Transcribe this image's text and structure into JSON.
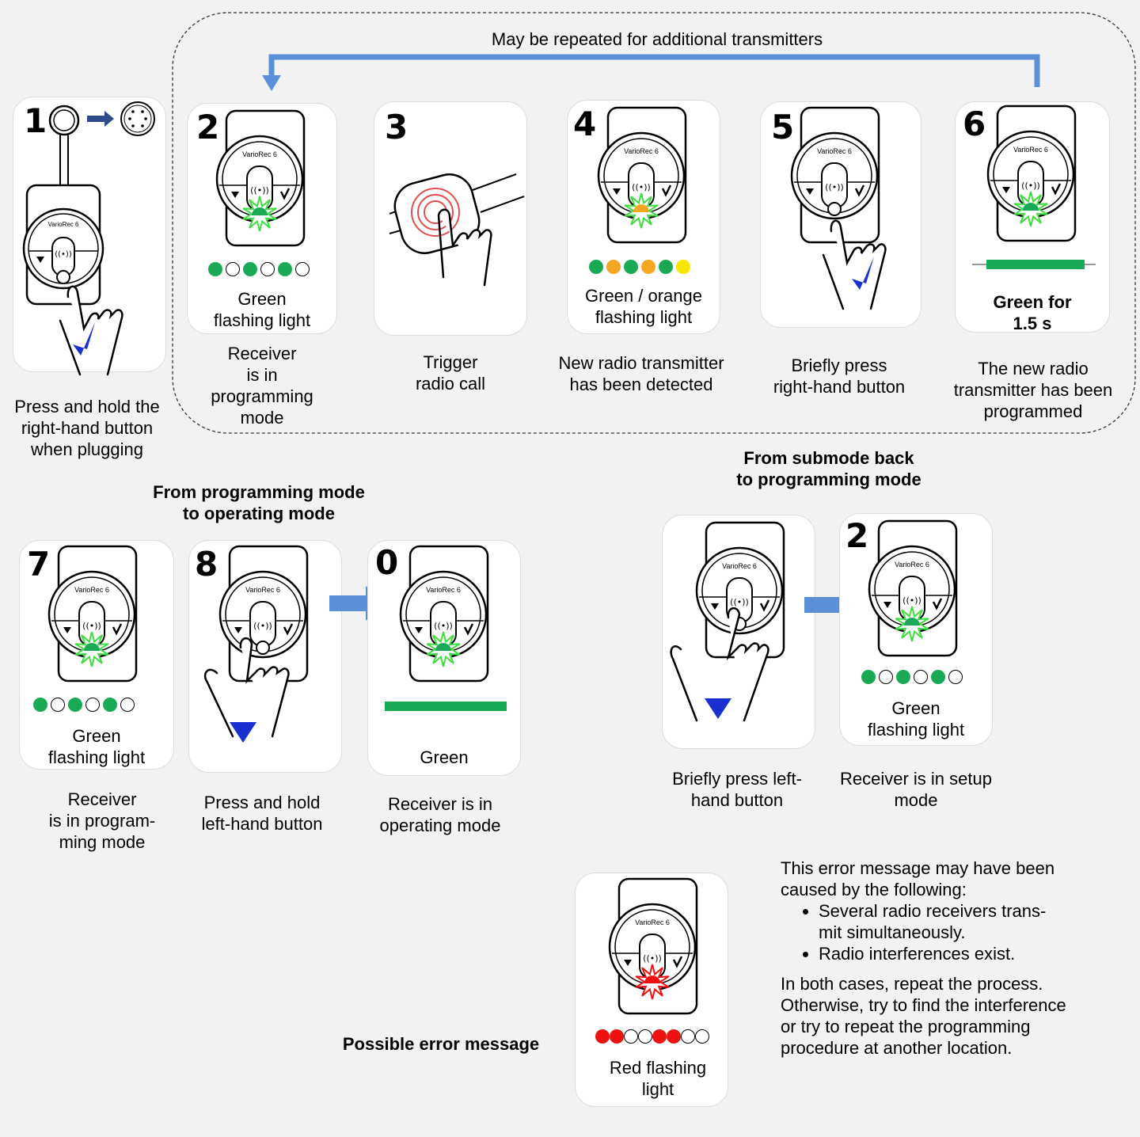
{
  "colors": {
    "green": "#1aaa55",
    "orange": "#f5a623",
    "yellow": "#f7e600",
    "red": "#ee1111",
    "blue_arrow": "#5b8fd8",
    "check_blue": "#1a2fd0",
    "rings_red": "#e05050"
  },
  "loop_label": "May be repeated for additional transmitters",
  "device_label": "VarioRec 6",
  "steps": {
    "s1": {
      "num": "1",
      "caption": [
        "Press and hold the",
        "right-hand button",
        "when plugging"
      ]
    },
    "s2": {
      "num": "2",
      "light": [
        "Green",
        "flashing light"
      ],
      "caption": [
        "Receiver",
        "is in",
        "programming",
        "mode"
      ],
      "leds": [
        "green",
        "off",
        "green",
        "off",
        "green",
        "off"
      ]
    },
    "s3": {
      "num": "3",
      "caption": [
        "Trigger",
        "radio call"
      ]
    },
    "s4": {
      "num": "4",
      "light": [
        "Green / orange",
        "flashing light"
      ],
      "caption": [
        "New radio transmitter",
        "has been detected"
      ],
      "leds": [
        "green",
        "orange",
        "green",
        "orange",
        "green",
        "yellow"
      ]
    },
    "s5": {
      "num": "5",
      "caption": [
        "Briefly press",
        "right-hand button"
      ]
    },
    "s6": {
      "num": "6",
      "light": [
        "Green for",
        "1.5 s"
      ],
      "caption": [
        "The new radio",
        "transmitter has been",
        "programmed"
      ]
    },
    "s7": {
      "num": "7",
      "light": [
        "Green",
        "flashing light"
      ],
      "caption": [
        "Receiver",
        "is in program-",
        "ming mode"
      ],
      "leds": [
        "green",
        "off",
        "green",
        "off",
        "green",
        "off"
      ]
    },
    "s8": {
      "num": "8",
      "caption": [
        "Press and hold",
        "left-hand button"
      ]
    },
    "s0": {
      "num": "0",
      "light": [
        "Green"
      ],
      "caption": [
        "Receiver is in",
        "operating mode"
      ]
    },
    "sb1": {
      "caption": [
        "Briefly press left-",
        "hand button"
      ]
    },
    "sb2": {
      "num": "2",
      "light": [
        "Green",
        "flashing light"
      ],
      "caption": [
        "Receiver is in setup",
        "mode"
      ],
      "leds": [
        "green",
        "off",
        "green",
        "off",
        "green",
        "off"
      ]
    },
    "err": {
      "light": [
        "Red flashing",
        "light"
      ],
      "leds": [
        "red",
        "red",
        "off",
        "off",
        "red",
        "red",
        "off",
        "off"
      ]
    }
  },
  "headings": {
    "to_operating": [
      "From programming mode",
      "to operating mode"
    ],
    "back_to_programming": [
      "From submode back",
      "to programming mode"
    ],
    "error": "Possible error message"
  },
  "error_info": {
    "intro": [
      "This error message may have been",
      "caused by the following:"
    ],
    "bullets": [
      [
        "Several radio receivers trans-",
        "mit simultaneously."
      ],
      [
        "Radio interferences exist."
      ]
    ],
    "advice": [
      "In both cases, repeat the process.",
      "Otherwise, try to find the interference",
      "or try to repeat the programming",
      "procedure at another location."
    ]
  }
}
